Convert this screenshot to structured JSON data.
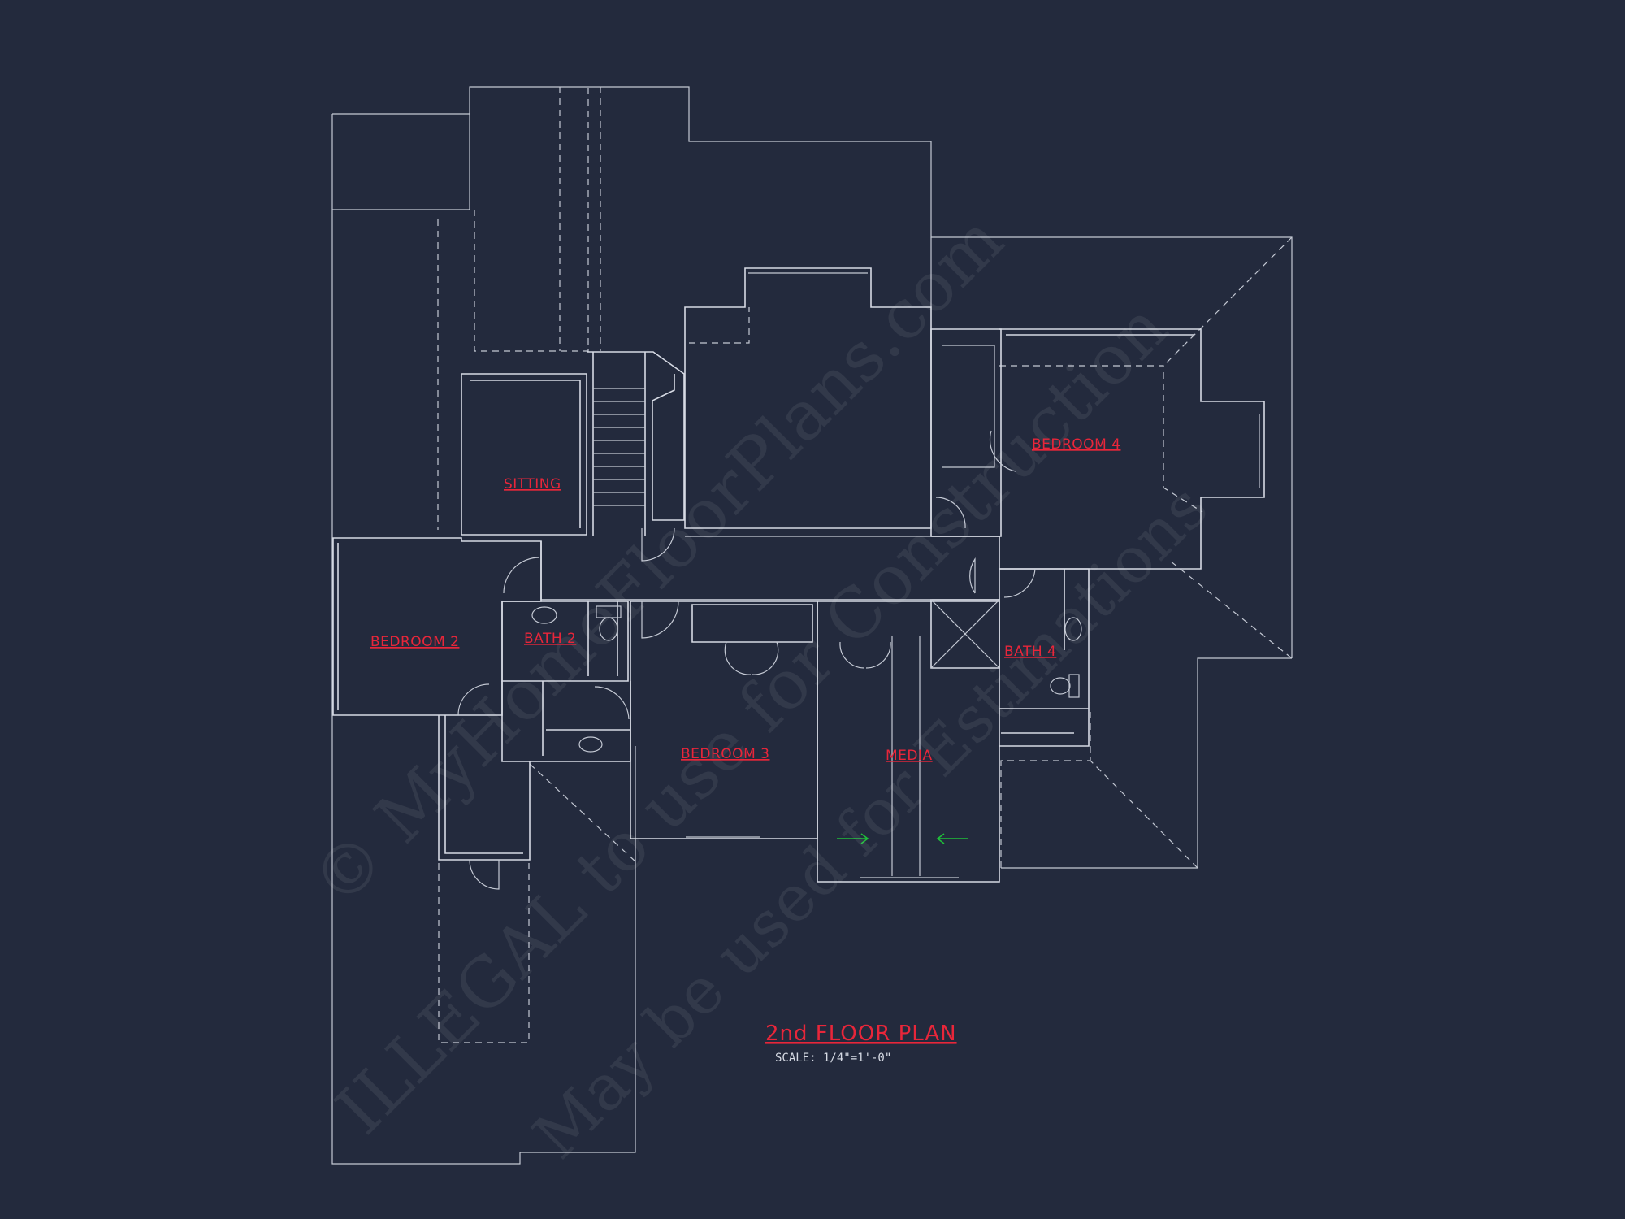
{
  "plan": {
    "title": "2nd FLOOR PLAN",
    "scale": "SCALE: 1/4\"=1'-0\""
  },
  "rooms": {
    "sitting": "SITTING",
    "bedroom_2": "BEDROOM 2",
    "bath_2": "BATH 2",
    "bedroom_3": "BEDROOM 3",
    "media": "MEDIA",
    "bedroom_4": "BEDROOM 4",
    "bath_4": "BATH 4"
  },
  "watermark": {
    "line1": "© MyHomeFloorPlans.com",
    "line2": "ILLEGAL to use for Construction",
    "line3": "May be used for Estimations"
  },
  "colors": {
    "background": "#232a3d",
    "line": "#d6dae4",
    "label": "#e8263a",
    "arrow": "#1fbf3a"
  }
}
